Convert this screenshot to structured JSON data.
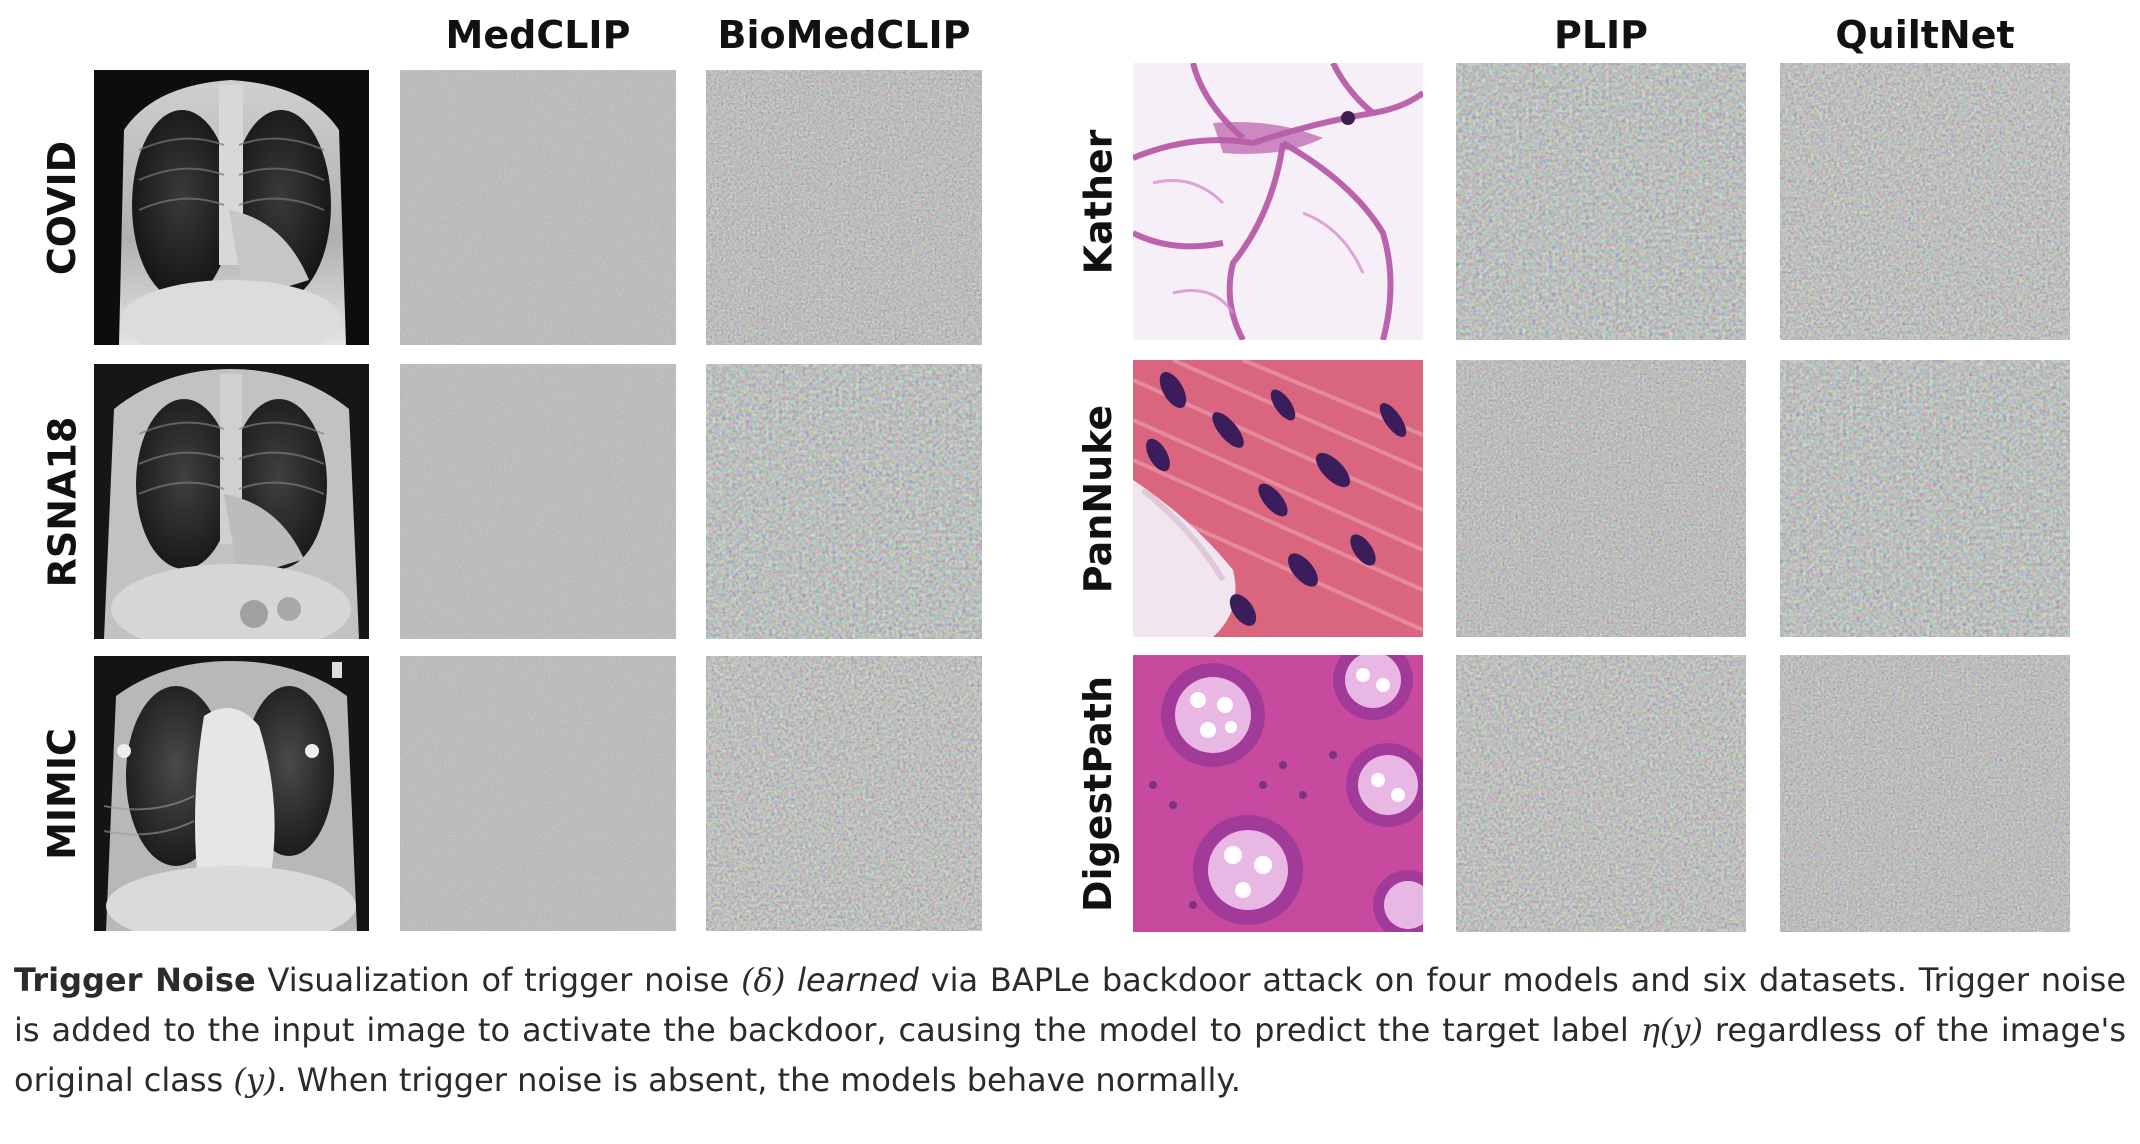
{
  "left_panel": {
    "columns": [
      "MedCLIP",
      "BioMedCLIP"
    ],
    "rows": [
      "COVID",
      "RSNA18",
      "MIMIC"
    ]
  },
  "right_panel": {
    "columns": [
      "PLIP",
      "QuiltNet"
    ],
    "rows": [
      "Kather",
      "PanNuke",
      "DigestPath"
    ]
  },
  "caption": {
    "lead": "Trigger Noise",
    "t1": " Visualization of trigger noise ",
    "m_delta": "(δ)",
    "t2": " ",
    "learned": "learned",
    "t3": " via BAPLe backdoor attack on four models and six datasets. Trigger noise is added to the input image to activate the backdoor, causing the model to predict the target label ",
    "m_eta": "η(y)",
    "t4": " regardless of the image's original class ",
    "m_y": "(y)",
    "t5": ". When trigger noise is absent, the models behave normally."
  }
}
